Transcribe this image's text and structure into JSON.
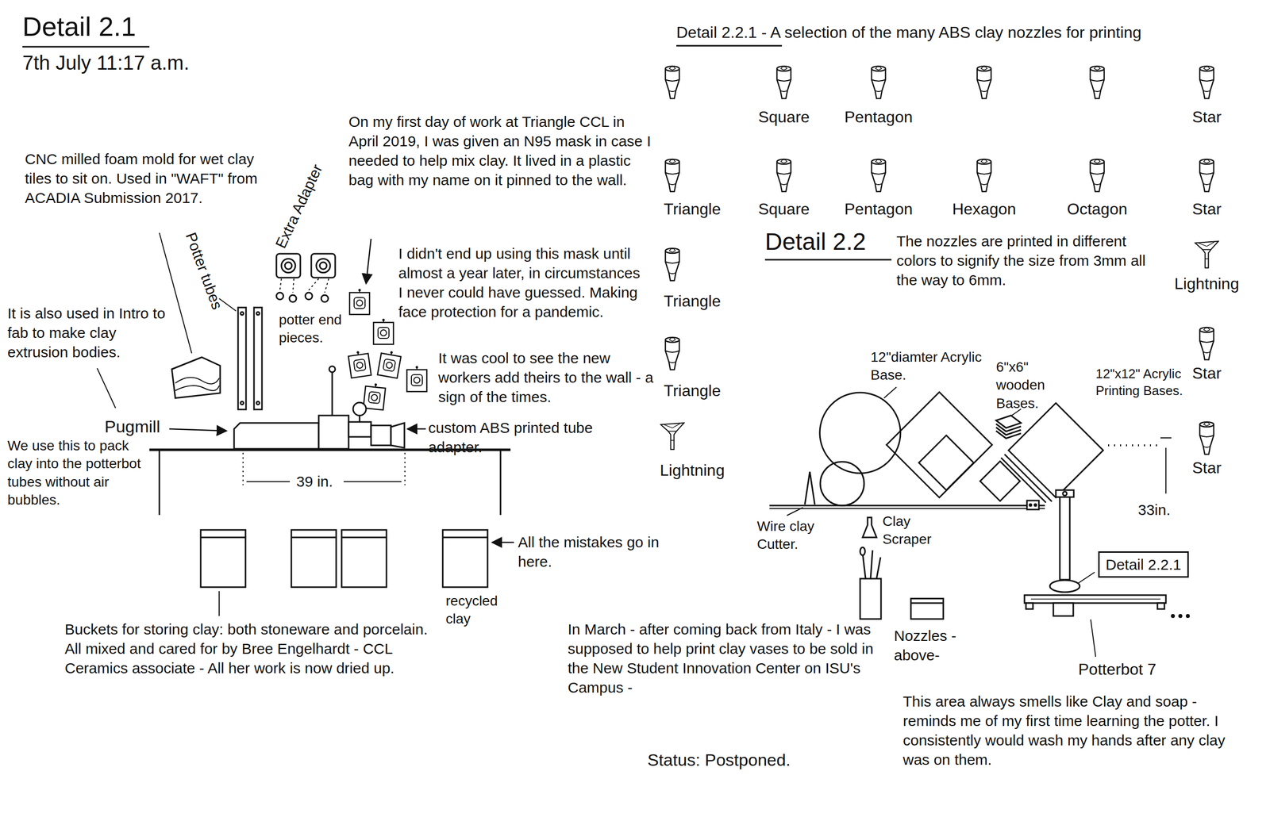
{
  "diagram": {
    "title": "Detail 2.1",
    "nodes": [
      {
        "text": [
          "Detail 2.2.1"
        ]
      }
    ],
    "labels": [
      "7th July 11:17 a.m.",
      "CNC milled foam mold for wet clay tiles to sit on. Used in \"WAFT\" from ACADIA Submission 2017.",
      "It is also used in Intro to fab to make clay extrusion bodies.",
      "Potter tubes",
      "Extra Adapter",
      "potter end pieces.",
      "On my first day of work at Triangle CCL in April 2019, I was given an N95 mask in case I needed to help mix clay. It lived in a plastic bag with my name on it pinned to the wall.",
      "I didn't end up using this mask until almost a year later, in circumstances I never could have guessed. Making face protection for a pandemic.",
      "It was cool to see the new workers add theirs to the wall - a sign of the times.",
      "Pugmill",
      "We use this to pack clay into the potterbot tubes without air bubbles.",
      "39 in.",
      "custom ABS printed tube adapter.",
      "All the mistakes go in here.",
      "recycled clay",
      "Buckets for storing clay: both stoneware and porcelain. All mixed and cared for by Bree Engelhardt - CCL Ceramics associate - All her work is now dried up.",
      "Detail 2.2.1 - A selection of the many ABS clay nozzles for printing",
      "Square",
      "Pentagon",
      "Star",
      "Triangle",
      "Square",
      "Pentagon",
      "Hexagon",
      "Octagon",
      "Star",
      "Detail 2.2",
      "The nozzles are printed in different colors to signify the size from 3mm all the way to 6mm.",
      "Lightning",
      "Triangle",
      "12\"diamter Acrylic Base.",
      "6\"x6\" wooden Bases.",
      "12\"x12\" Acrylic Printing Bases.",
      "Star",
      "Triangle",
      "Wire clay Cutter.",
      "Clay Scraper",
      "33in.",
      "Star",
      "Lightning",
      "Nozzles -above-",
      "In March - after coming back from Italy - I was supposed to help print clay vases to be sold in the New Student Innovation Center on ISU's Campus -",
      "Status: Postponed.",
      "Potterbot 7",
      "This area always smells like Clay and soap - reminds me of my first time learning the potter. I consistently would wash my hands after any clay was on them."
    ]
  }
}
